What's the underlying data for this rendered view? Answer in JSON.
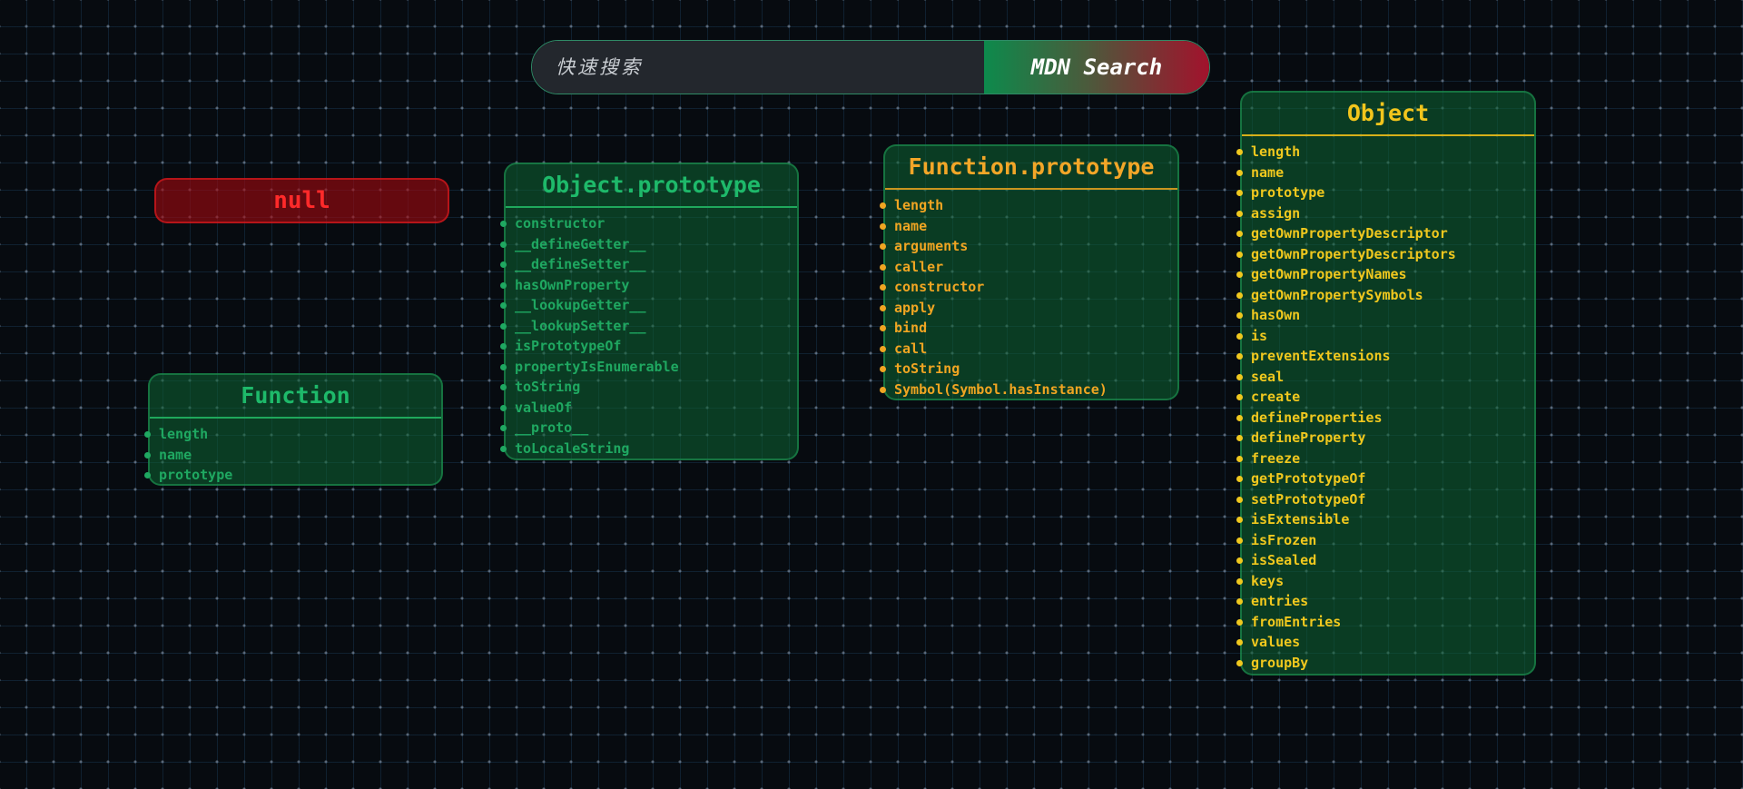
{
  "search": {
    "placeholder": "快速搜索",
    "button_label": "MDN Search"
  },
  "colors": {
    "background": "#070b10",
    "card_green": "#0e6032",
    "card_red": "#a0080e",
    "null_text": "#ff2a2a",
    "green_text": "#1fa861",
    "orange_text": "#f0a522",
    "yellow_text": "#f0c81e"
  },
  "nodes": {
    "null": {
      "title": "null"
    },
    "function": {
      "title": "Function",
      "props": [
        "length",
        "name",
        "prototype"
      ]
    },
    "object_prototype": {
      "title": "Object.prototype",
      "props": [
        "constructor",
        "__defineGetter__",
        "__defineSetter__",
        "hasOwnProperty",
        "__lookupGetter__",
        "__lookupSetter__",
        "isPrototypeOf",
        "propertyIsEnumerable",
        "toString",
        "valueOf",
        "__proto__",
        "toLocaleString"
      ]
    },
    "function_prototype": {
      "title": "Function.prototype",
      "props": [
        "length",
        "name",
        "arguments",
        "caller",
        "constructor",
        "apply",
        "bind",
        "call",
        "toString",
        "Symbol(Symbol.hasInstance)"
      ]
    },
    "object": {
      "title": "Object",
      "props": [
        "length",
        "name",
        "prototype",
        "assign",
        "getOwnPropertyDescriptor",
        "getOwnPropertyDescriptors",
        "getOwnPropertyNames",
        "getOwnPropertySymbols",
        "hasOwn",
        "is",
        "preventExtensions",
        "seal",
        "create",
        "defineProperties",
        "defineProperty",
        "freeze",
        "getPrototypeOf",
        "setPrototypeOf",
        "isExtensible",
        "isFrozen",
        "isSealed",
        "keys",
        "entries",
        "fromEntries",
        "values",
        "groupBy"
      ]
    }
  }
}
